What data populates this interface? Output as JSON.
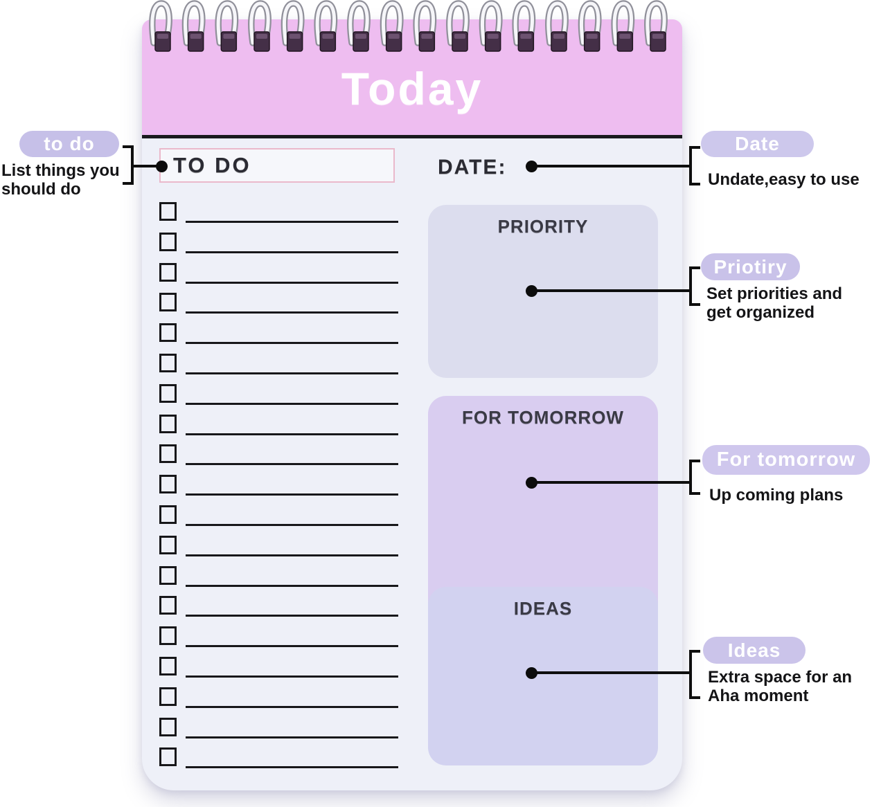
{
  "page": {
    "background": "#ffffff"
  },
  "notepad": {
    "title": "Today",
    "todo_label": "TO DO",
    "date_label": "DATE:",
    "checklist_row_count": 19,
    "spiral_coil_count": 16,
    "sections": [
      {
        "id": "priority",
        "title": "PRIORITY",
        "color": "#dcddee"
      },
      {
        "id": "tomorrow",
        "title": "FOR TOMORROW",
        "color": "#d9cdf0"
      },
      {
        "id": "ideas",
        "title": "IDEAS",
        "color": "#d2d2f0"
      }
    ],
    "colors": {
      "header": "#eebdf0",
      "body": "#eef0f8",
      "separator": "#1b1b1d",
      "todo_box_border": "#eab9cb",
      "ink": "#17171a"
    }
  },
  "callouts": [
    {
      "id": "todo",
      "side": "left",
      "pill_label": "to do",
      "pill_color": "#c6c0e8",
      "description": "List things you should do"
    },
    {
      "id": "date",
      "side": "right",
      "pill_label": "Date",
      "pill_color": "#cdc8ec",
      "description": "Undate,easy to use"
    },
    {
      "id": "priority",
      "side": "right",
      "pill_label": "Priotiry",
      "pill_color": "#c9c2e9",
      "description": "Set priorities and get organized"
    },
    {
      "id": "tomorrow",
      "side": "right",
      "pill_label": "For tomorrow",
      "pill_color": "#cfc7ed",
      "description": "Up coming plans"
    },
    {
      "id": "ideas",
      "side": "right",
      "pill_label": "Ideas",
      "pill_color": "#cbc4ea",
      "description": "Extra space for an Aha moment"
    }
  ]
}
